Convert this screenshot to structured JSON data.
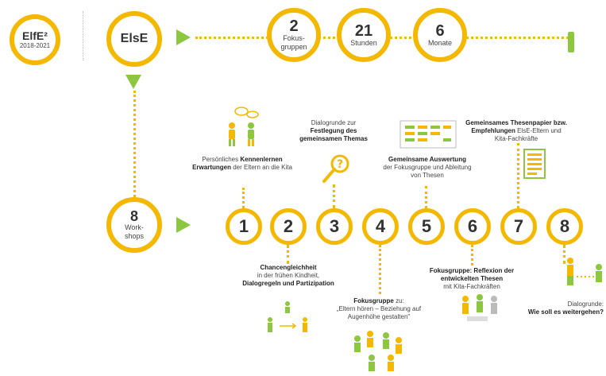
{
  "elfe": {
    "title": "ElfE²",
    "years": "2018-2021"
  },
  "else": {
    "title": "ElsE"
  },
  "stats": [
    {
      "value": "2",
      "label": "Fokus-gruppen"
    },
    {
      "value": "21",
      "label": "Stunden"
    },
    {
      "value": "6",
      "label": "Monate"
    }
  ],
  "workshops": {
    "value": "8",
    "label": "Work-shops"
  },
  "steps": [
    "1",
    "2",
    "3",
    "4",
    "5",
    "6",
    "7",
    "8"
  ],
  "notes": {
    "n1": {
      "pre": "Persönliches ",
      "b1": "Kennenlernen",
      "b2": "Erwartungen",
      "post": " der Eltern an die Kita"
    },
    "n2": {
      "b1": "Chancengleichheit",
      "mid": "in der frühen Kindheit,",
      "b2": "Dialogregeln und Partizipation"
    },
    "n3": {
      "pre": "Dialogrunde zur",
      "b1": "Festlegung des gemeinsamen Themas"
    },
    "n4": {
      "b1": "Fokusgruppe",
      "mid": " zu:",
      "quote": "„Eltern hören – Beziehung auf Augenhöhe gestalten\""
    },
    "n5": {
      "b1": "Gemeinsame Auswertung",
      "post": "der Fokusgruppe und Ableitung von Thesen"
    },
    "n6": {
      "b1": "Fokusgruppe: Reflexion der entwickelten Thesen",
      "post": "mit Kita-Fachkräften"
    },
    "n7": {
      "b1": "Gemeinsames Thesenpapier bzw. Empfehlungen",
      "mid": " ElsE-Eltern und Kita-Fachkräfte"
    },
    "n8": {
      "pre": "Dialogrunde:",
      "b1": "Wie soll es weitergehen?"
    }
  },
  "colors": {
    "yellow": "#f5b800",
    "green": "#8dc63f"
  }
}
